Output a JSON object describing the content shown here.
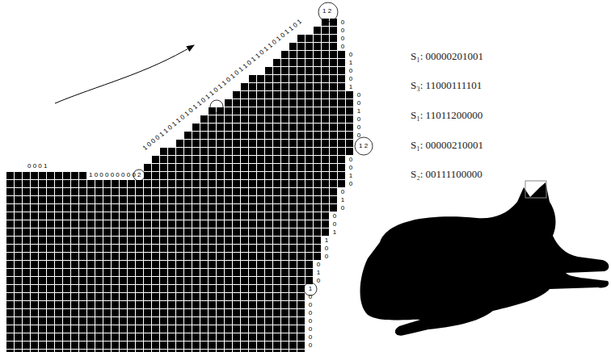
{
  "diagram": {
    "labels": [
      "0 0 0 1",
      "1 0 0 0 0 0 0 0 0 2",
      "1 0 0 0 1 1 0 1 1 0 1 0 1 1 0 1 1 0 1 1 0 1 0 1 1 0 1 1 0 1 1 0 1 0 1 1 0 1",
      "1 2",
      "0 0 0 0",
      "0 1 0 0 1",
      "0 0 1 0 0 0",
      "1 2",
      "0 0 1 0",
      "0 1 0",
      "0 0 1",
      "1 0 0",
      "0 1 0",
      "1 0 0 0 0 0 0 0",
      "S₁: 00000201001",
      "S₃: 11000111101",
      "S₁: 11011200000",
      "S₁: 00000210001",
      "S₂: 00111100000"
    ]
  }
}
